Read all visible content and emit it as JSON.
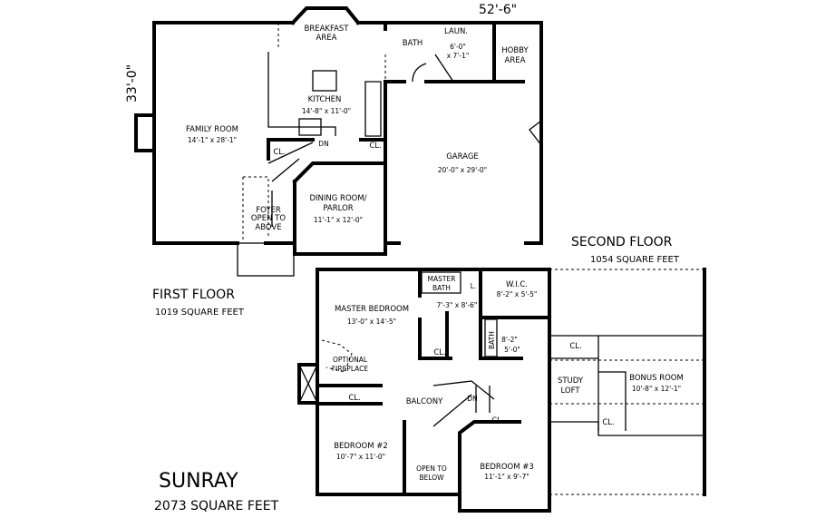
{
  "plan_name": "SUNRAY",
  "total_area": "2073 SQUARE FEET",
  "overall_width": "52'-6\"",
  "overall_depth": "33'-0\"",
  "first_floor": {
    "title": "FIRST FLOOR",
    "area": "1019 SQUARE FEET",
    "rooms": {
      "breakfast": "BREAKFAST",
      "breakfast2": "AREA",
      "kitchen": "KITCHEN",
      "kitchen_dim": "14'-8\" x 11'-0\"",
      "family": "FAMILY ROOM",
      "family_dim": "14'-1\" x 28'-1\"",
      "bath": "BATH",
      "laundry": "LAUN.",
      "laundry_dim1": "6'-0\"",
      "laundry_dim2": "x 7'-1\"",
      "hobby": "HOBBY",
      "hobby2": "AREA",
      "garage": "GARAGE",
      "garage_dim": "20'-0\" x 29'-0\"",
      "dining": "DINING ROOM/",
      "dining2": "PARLOR",
      "dining_dim": "11'-1\" x 12'-0\"",
      "foyer": "FOYER",
      "foyer2": "OPEN TO",
      "foyer3": "ABOVE",
      "closet": "CL.",
      "down": "DN"
    }
  },
  "second_floor": {
    "title": "SECOND FLOOR",
    "area": "1054 SQUARE FEET",
    "rooms": {
      "master_bath": "MASTER",
      "master_bath2": "BATH",
      "master_bath_dim": "7'-3\" x 8'-6\"",
      "linen": "L.",
      "wic": "W.I.C.",
      "wic_dim": "8'-2\" x 5'-5\"",
      "master_bed": "MASTER BEDROOM",
      "master_bed_dim": "13'-0\" x 14'-5\"",
      "bath": "BATH",
      "bath2_dim1": "8'-2\"",
      "bath2_dim2": "5'-0\"",
      "fireplace": "OPTIONAL",
      "fireplace2": "FIREPLACE",
      "closet": "CL.",
      "balcony": "BALCONY",
      "down": "DN",
      "study": "STUDY",
      "study2": "LOFT",
      "bonus": "BONUS ROOM",
      "bonus_dim": "10'-8\" x 12'-1\"",
      "bed2": "BEDROOM #2",
      "bed2_dim": "10'-7\" x 11'-0\"",
      "open": "OPEN TO",
      "open2": "BELOW",
      "bed3": "BEDROOM #3",
      "bed3_dim": "11'-1\" x 9'-7\""
    }
  }
}
